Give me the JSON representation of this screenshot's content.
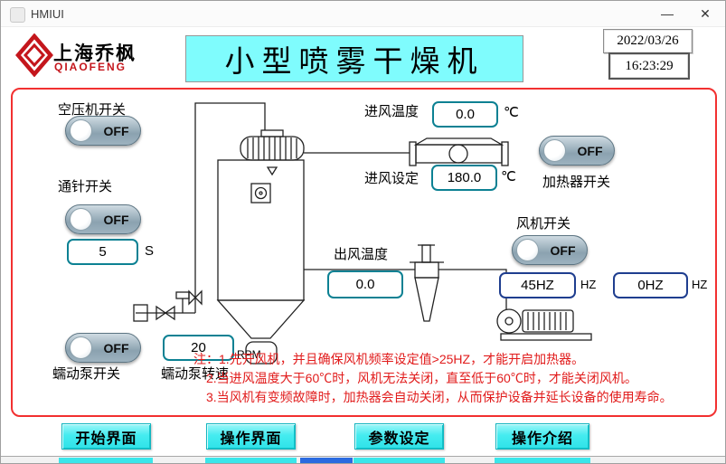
{
  "window": {
    "title": "HMIUI",
    "minimize_label": "—",
    "close_label": "✕"
  },
  "brand": {
    "name_cn": "上海乔枫",
    "name_en": "QIAOFENG"
  },
  "header": {
    "title": "小型喷雾干燥机",
    "date": "2022/03/26",
    "time": "16:23:29"
  },
  "switches": {
    "air_compressor": {
      "label": "空压机开关",
      "state": "OFF"
    },
    "needle": {
      "label": "通针开关",
      "state": "OFF"
    },
    "peristaltic_pump": {
      "label": "蠕动泵开关",
      "state": "OFF"
    },
    "heater": {
      "label": "加热器开关",
      "state": "OFF"
    },
    "fan": {
      "label": "风机开关",
      "state": "OFF"
    }
  },
  "fields": {
    "needle_time": {
      "value": "5",
      "unit": "S"
    },
    "pump_speed": {
      "label": "蠕动泵转速",
      "value": "20",
      "unit": "RPM"
    },
    "inlet_temp": {
      "label": "进风温度",
      "value": "0.0",
      "unit": "℃"
    },
    "inlet_set": {
      "label": "进风设定",
      "value": "180.0",
      "unit": "℃"
    },
    "outlet_temp": {
      "label": "出风温度",
      "value": "0.0"
    },
    "fan_freq_set": {
      "value": "45HZ",
      "unit": "HZ"
    },
    "fan_freq_actual": {
      "value": "0HZ",
      "unit": "HZ"
    }
  },
  "notes": {
    "line1": "注：1.先开风机，并且确保风机频率设定值>25HZ，才能开启加热器。",
    "line2": "2.当进风温度大于60℃时，风机无法关闭，直至低于60℃时，才能关闭风机。",
    "line3": "3.当风机有变频故障时，加热器会自动关闭，从而保护设备并延长设备的使用寿命。"
  },
  "nav": {
    "buttons": [
      {
        "label": "开始界面"
      },
      {
        "label": "操作界面"
      },
      {
        "label": "参数设定"
      },
      {
        "label": "操作介绍"
      }
    ]
  }
}
